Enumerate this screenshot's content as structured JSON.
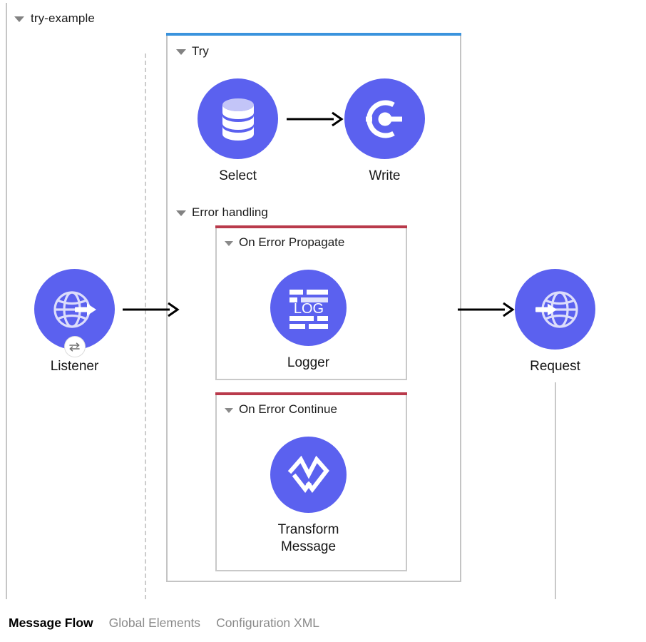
{
  "theme": {
    "accent_blue": "#3a93dd",
    "error_red": "#b93a4b",
    "node_purple": "#5b61ef",
    "border_gray": "#c4c4c4",
    "text_dark": "#1b1b1b",
    "text_muted": "#8a8a8a"
  },
  "flow": {
    "title": "try-example",
    "try_scope": {
      "title": "Try",
      "nodes": [
        {
          "id": "select",
          "label": "Select",
          "icon": "database-icon"
        },
        {
          "id": "write",
          "label": "Write",
          "icon": "write-connector-icon"
        }
      ],
      "error_handling": {
        "title": "Error handling",
        "handlers": [
          {
            "id": "on-error-propagate",
            "title": "On Error Propagate",
            "node": {
              "id": "logger",
              "label": "Logger",
              "icon": "log-icon",
              "icon_text": "LOG"
            }
          },
          {
            "id": "on-error-continue",
            "title": "On Error Continue",
            "node": {
              "id": "transform",
              "label": "Transform\nMessage",
              "icon": "transform-message-icon"
            }
          }
        ]
      }
    },
    "source": {
      "id": "listener",
      "label": "Listener",
      "icon": "globe-out-icon",
      "badge_icon": "exchange-icon"
    },
    "target": {
      "id": "request",
      "label": "Request",
      "icon": "globe-in-icon"
    }
  },
  "tabs": [
    {
      "id": "message-flow",
      "label": "Message Flow",
      "active": true
    },
    {
      "id": "global-elements",
      "label": "Global Elements",
      "active": false
    },
    {
      "id": "configuration-xml",
      "label": "Configuration XML",
      "active": false
    }
  ]
}
